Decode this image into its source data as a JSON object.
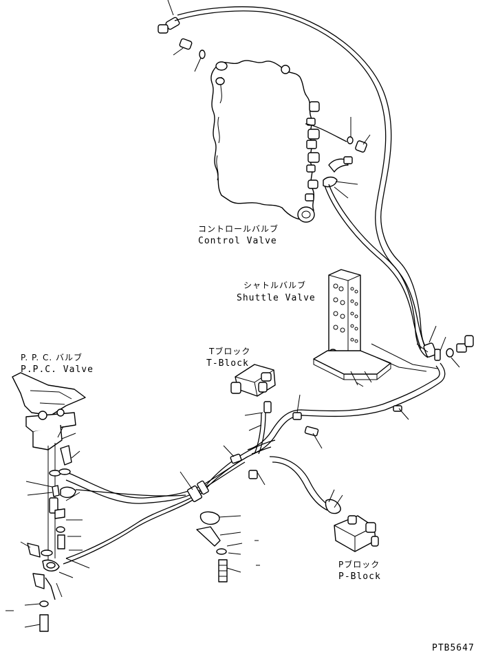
{
  "labels": {
    "control_valve_jp": "コントロールバルブ",
    "control_valve_en": "Control Valve",
    "shuttle_valve_jp": "シャトルバルブ",
    "shuttle_valve_en": "Shuttle Valve",
    "t_block_jp": "Tブロック",
    "t_block_en": "T-Block",
    "ppc_valve_jp": "P. P. C. バルブ",
    "ppc_valve_en": "P.P.C. Valve",
    "p_block_jp": "Pブロック",
    "p_block_en": "P-Block",
    "drawing_code": "PTB5647"
  }
}
